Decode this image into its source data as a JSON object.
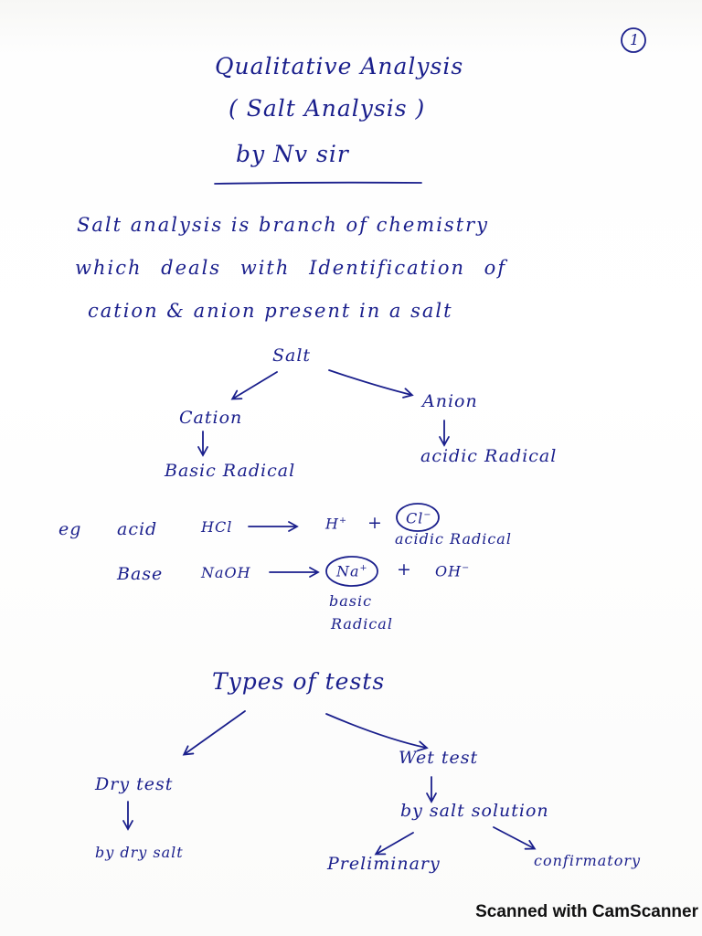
{
  "page": {
    "number": "1",
    "title_line1": "Qualitative Analysis",
    "title_line2": "( Salt Analysis )",
    "byline": "by   Nv sir"
  },
  "definition": {
    "line1": "Salt analysis is branch of chemistry",
    "line2": "which deals with Identification of",
    "line3": "cation & anion present in a salt"
  },
  "salt_tree": {
    "root": "Salt",
    "left_child": "Cation",
    "left_leaf": "Basic Radical",
    "right_child": "Anion",
    "right_leaf": "acidic Radical"
  },
  "examples": {
    "eg_label": "eg",
    "acid_label": "acid",
    "acid_formula": "HCl",
    "acid_ion_h": "H",
    "acid_ion_h_charge": "+",
    "plus_1": "+",
    "acid_ion_cl": "Cl",
    "acid_ion_cl_charge": "−",
    "acid_note": "acidic Radical",
    "base_label": "Base",
    "base_formula": "NaOH",
    "base_ion_na": "Na",
    "base_ion_na_charge": "+",
    "plus_2": "+",
    "base_ion_oh": "OH",
    "base_ion_oh_charge": "−",
    "base_note_line1": "basic",
    "base_note_line2": "Radical"
  },
  "tests_tree": {
    "root": "Types of tests",
    "left_child": "Dry test",
    "left_leaf": "by dry salt",
    "right_child": "Wet test",
    "right_mid": "by salt solution",
    "right_leaf_left": "Preliminary",
    "right_leaf_right": "confirmatory"
  },
  "watermark": "Scanned with CamScanner",
  "colors": {
    "ink": "#1a1f8c",
    "paper": "#ffffff",
    "watermark": "#111111"
  }
}
